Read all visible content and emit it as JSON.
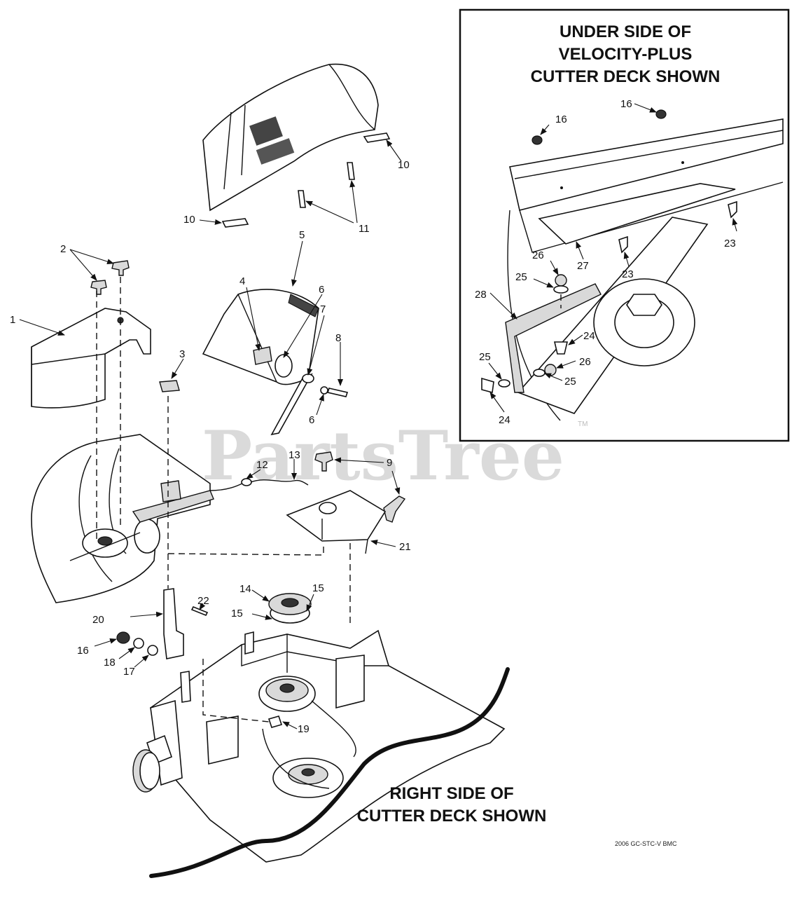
{
  "inset_heading": [
    "UNDER SIDE OF",
    "VELOCITY-PLUS",
    "CUTTER DECK SHOWN"
  ],
  "main_heading": [
    "RIGHT SIDE OF",
    "CUTTER DECK SHOWN"
  ],
  "watermark": "PartsTree",
  "trademark": "TM",
  "footer_code": "2006 GC-STC-V BMC",
  "callouts": {
    "c1": "1",
    "c2": "2",
    "c3": "3",
    "c4": "4",
    "c5": "5",
    "c6a": "6",
    "c6b": "6",
    "c7": "7",
    "c8": "8",
    "c9": "9",
    "c10a": "10",
    "c10b": "10",
    "c11": "11",
    "c12": "12",
    "c13": "13",
    "c14": "14",
    "c15a": "15",
    "c15b": "15",
    "c16": "16",
    "c17": "17",
    "c18": "18",
    "c19": "19",
    "c20": "20",
    "c21": "21",
    "c22": "22",
    "i16a": "16",
    "i16b": "16",
    "i23a": "23",
    "i23b": "23",
    "i24a": "24",
    "i24b": "24",
    "i25a": "25",
    "i25b": "25",
    "i25c": "25",
    "i26a": "26",
    "i26b": "26",
    "i27": "27",
    "i28": "28"
  }
}
